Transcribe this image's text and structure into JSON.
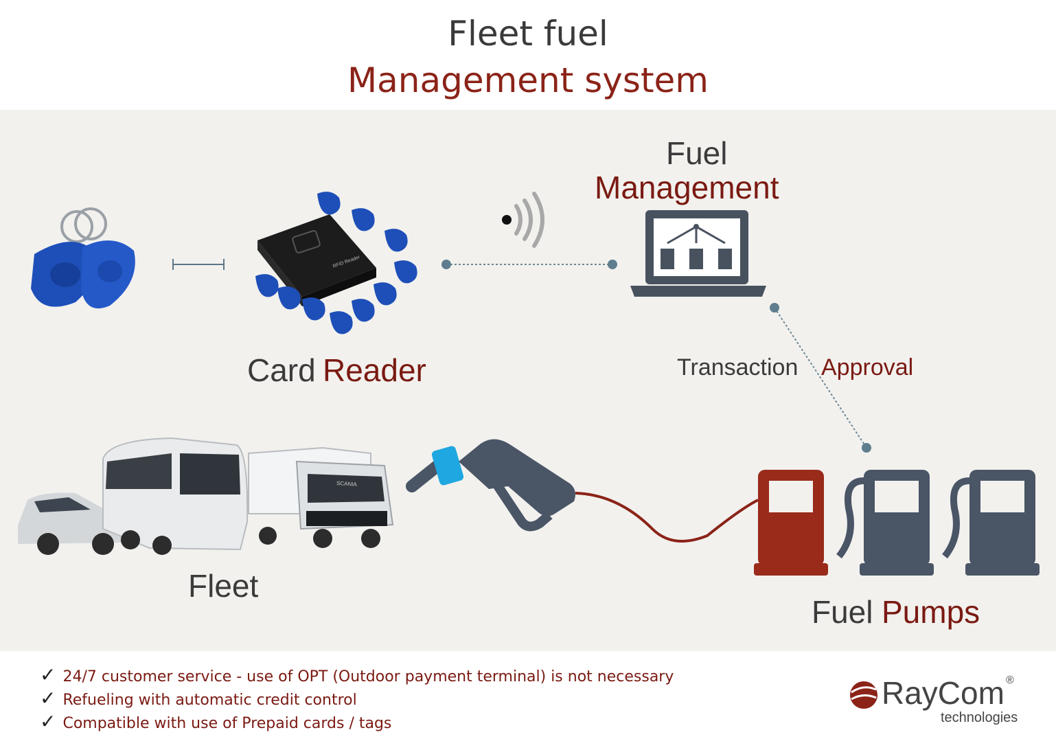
{
  "header": {
    "title_line1": "Fleet fuel",
    "title_line2": "Management system"
  },
  "labels": {
    "fuel": "Fuel",
    "management": "Management",
    "card": "Card",
    "reader": "Reader",
    "transaction": "Transaction",
    "approval": "Approval",
    "fleet": "Fleet",
    "pumps_fuel": "Fuel",
    "pumps": "Pumps",
    "reader_device_text": "RFID Reader",
    "bus_brand": "SCANIA"
  },
  "features": [
    "24/7 customer service - use of OPT (Outdoor payment terminal) is not necessary",
    "Refueling with automatic credit control",
    "Compatible with use of Prepaid cards / tags"
  ],
  "logo": {
    "name": "RayCom",
    "registered": "®",
    "subtitle": "technologies"
  },
  "colors": {
    "accent_red": "#8b2318",
    "dark_text": "#3b3b3b",
    "panel_bg": "#f2f1ee",
    "tag_blue": "#1e4fb8",
    "pump_slate": "#4a5566"
  },
  "icons": [
    "check-icon",
    "keyfob-icon",
    "rfid-reader-icon",
    "wireless-signal-icon",
    "laptop-icon",
    "fuel-nozzle-icon",
    "fuel-pump-icon",
    "car-icon",
    "bus-icon",
    "truck-icon",
    "raycom-logo-icon"
  ]
}
